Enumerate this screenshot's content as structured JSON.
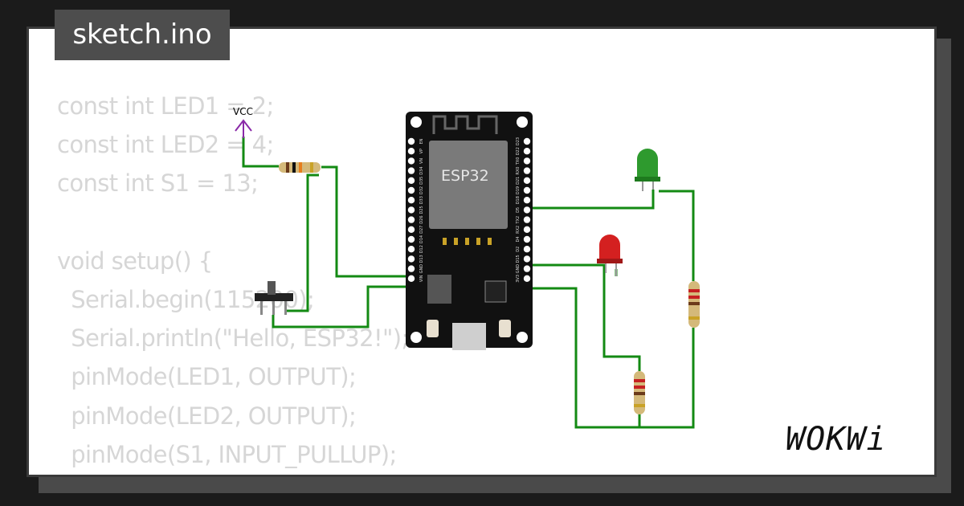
{
  "window": {
    "filename": "sketch.ino"
  },
  "code": {
    "lines": [
      "const int LED1 = 2;",
      "const int LED2 = 4;",
      "const int S1 = 13;",
      "",
      "void setup() {",
      "  Serial.begin(115200);",
      "  Serial.println(\"Hello, ESP32!\");",
      "  pinMode(LED1, OUTPUT);",
      "  pinMode(LED2, OUTPUT);",
      "  pinMode(S1, INPUT_PULLUP);",
      "}"
    ]
  },
  "circuit": {
    "board_label": "ESP32",
    "vcc_label": "VCC",
    "left_pins": [
      "EN",
      "VP",
      "VN",
      "D34",
      "D35",
      "D32",
      "D33",
      "D25",
      "D26",
      "D27",
      "D14",
      "D12",
      "D13",
      "GND",
      "VIN"
    ],
    "right_pins": [
      "D23",
      "D22",
      "TX0",
      "RX0",
      "D21",
      "D19",
      "D18",
      "D5",
      "TX2",
      "RX2",
      "D4",
      "D2",
      "D15",
      "GND",
      "3V3"
    ],
    "led_colors": {
      "led1": "#d42020",
      "led2": "#2e9a2e"
    },
    "wire_color": "#138a13"
  },
  "brand": {
    "logo": "WOKWi"
  }
}
